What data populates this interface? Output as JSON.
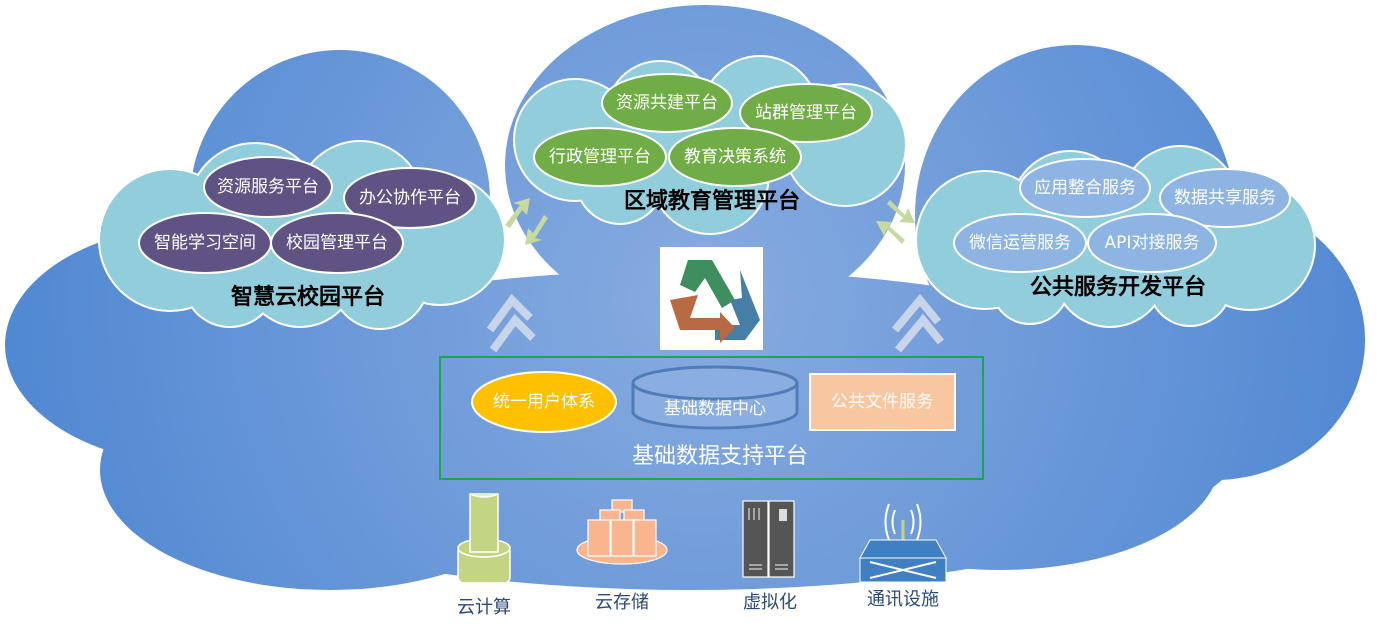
{
  "colors": {
    "purple": "#5F5384",
    "green": "#70AD47",
    "light_blue": "#8EB4E3",
    "teal_cloud": "#92CDDC",
    "yellow": "#FFC000",
    "peach": "#F8C6A0",
    "frame_green": "#1AA64F"
  },
  "campus": {
    "title": "智慧云校园平台",
    "items": [
      "资源服务平台",
      "办公协作平台",
      "智能学习空间",
      "校园管理平台"
    ]
  },
  "region": {
    "title": "区域教育管理平台",
    "items": [
      "资源共建平台",
      "站群管理平台",
      "行政管理平台",
      "教育决策系统"
    ]
  },
  "public": {
    "title": "公共服务开发平台",
    "items": [
      "应用整合服务",
      "数据共享服务",
      "微信运营服务",
      "API对接服务"
    ]
  },
  "base": {
    "title": "基础数据支持平台",
    "user_system": "统一用户体系",
    "data_center": "基础数据中心",
    "file_service": "公共文件服务"
  },
  "infra": [
    {
      "label": "云计算",
      "icon": "cloud-computing-icon"
    },
    {
      "label": "云存储",
      "icon": "cloud-storage-icon"
    },
    {
      "label": "虚拟化",
      "icon": "server-rack-icon"
    },
    {
      "label": "通讯设施",
      "icon": "network-switch-icon"
    }
  ]
}
